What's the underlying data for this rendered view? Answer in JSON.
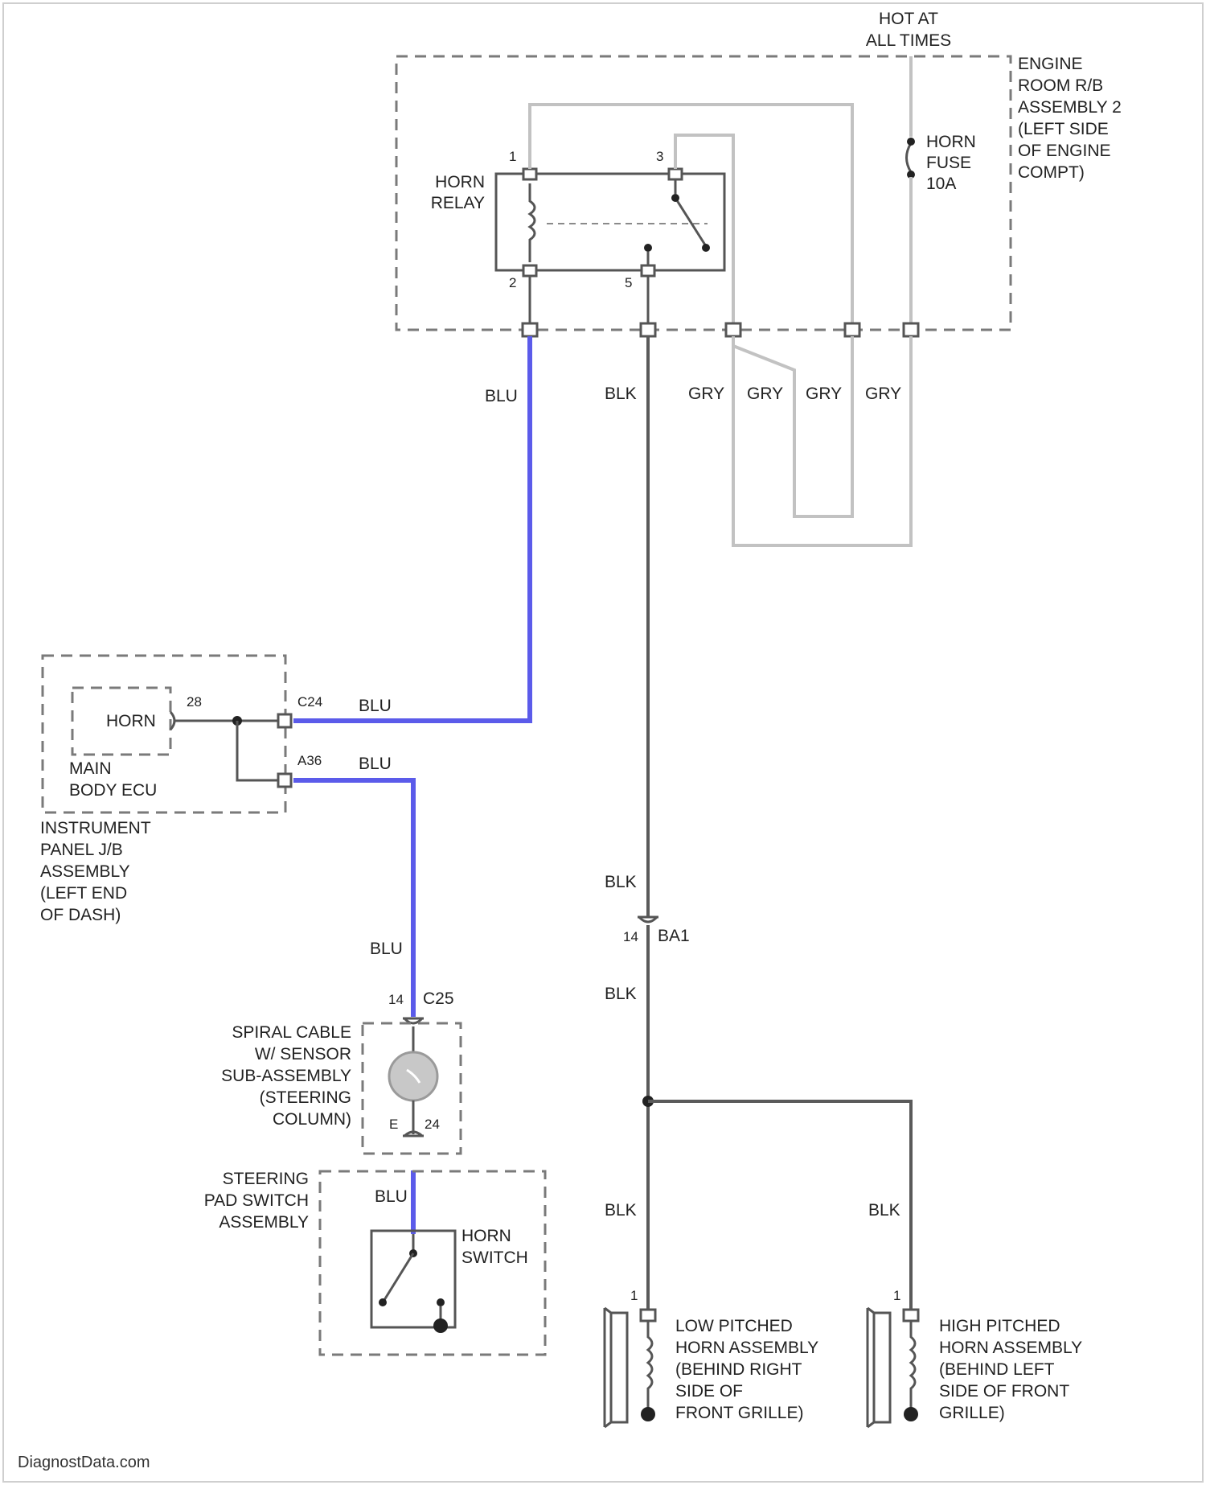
{
  "source": {
    "label": "HOT AT\nALL TIMES"
  },
  "modules": {
    "engine_rjb": {
      "label": "ENGINE\nROOM R/B\nASSEMBLY 2\n(LEFT SIDE\nOF ENGINE\nCOMPT)"
    },
    "horn_relay": {
      "label": "HORN\nRELAY",
      "pins": [
        "1",
        "2",
        "3",
        "5"
      ]
    },
    "horn_fuse": {
      "label": "HORN\nFUSE\n10A"
    },
    "main_body_ecu": {
      "label": "MAIN\nBODY ECU",
      "inner": "HORN"
    },
    "instrument_jb": {
      "label": "INSTRUMENT\nPANEL J/B\nASSEMBLY\n(LEFT END\nOF DASH)"
    },
    "spiral_cable": {
      "label": "SPIRAL CABLE\nW/ SENSOR\nSUB-ASSEMBLY\n(STEERING\nCOLUMN)",
      "pin_left": "E",
      "pin_right": "24"
    },
    "steering_pad": {
      "label": "STEERING\nPAD SWITCH\nASSEMBLY"
    },
    "horn_switch": {
      "label": "HORN\nSWITCH"
    },
    "low_horn": {
      "label": "LOW PITCHED\nHORN ASSEMBLY\n(BEHIND RIGHT\nSIDE OF\nFRONT GRILLE)",
      "pin": "1"
    },
    "high_horn": {
      "label": "HIGH PITCHED\nHORN ASSEMBLY\n(BEHIND LEFT\nSIDE OF FRONT\nGRILLE)",
      "pin": "1"
    }
  },
  "connectors": {
    "ecu_pin": "28",
    "c24": "C24",
    "a36": "A36",
    "c25_pin": "14",
    "c25": "C25",
    "ba1_pin": "14",
    "ba1": "BA1"
  },
  "wires": {
    "blu_relay": "BLU",
    "blk_relay": "BLK",
    "gry1": "GRY",
    "gry2": "GRY",
    "gry3": "GRY",
    "gry4": "GRY",
    "blu_c24": "BLU",
    "blu_a36": "BLU",
    "blu_spiral": "BLU",
    "blu_pad": "BLU",
    "blk_upper": "BLK",
    "blk_lower": "BLK",
    "blk_low_horn": "BLK",
    "blk_high_horn": "BLK"
  },
  "colors": {
    "blu": "#5b5bea",
    "gry": "#c2c2c2",
    "blk": "#5a5a5a"
  },
  "footer": "DiagnostData.com"
}
